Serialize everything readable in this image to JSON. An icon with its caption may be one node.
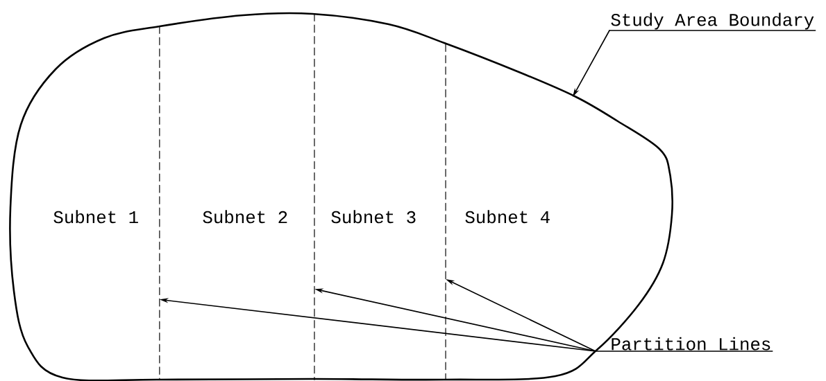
{
  "diagram": {
    "nodes": [
      {
        "text": [
          "Study Area Boundary"
        ]
      },
      {
        "text": [],
        "shape": "outline"
      },
      {
        "text": [],
        "shape": "line",
        "in": 1
      },
      {
        "text": [],
        "shape": "line",
        "in": 1
      },
      {
        "text": [],
        "shape": "line",
        "in": 1
      },
      {
        "text": [
          "Partition Lines"
        ]
      }
    ],
    "edges": [
      {
        "from": 0,
        "to": 1,
        "arrow": "to"
      },
      {
        "from": 5,
        "to": 2,
        "arrow": "to"
      },
      {
        "from": 5,
        "to": 3,
        "arrow": "to"
      },
      {
        "from": 5,
        "to": 4,
        "arrow": "to"
      }
    ],
    "labels": [
      "Subnet 1",
      "Subnet 2",
      "Subnet 3",
      "Subnet 4"
    ]
  }
}
